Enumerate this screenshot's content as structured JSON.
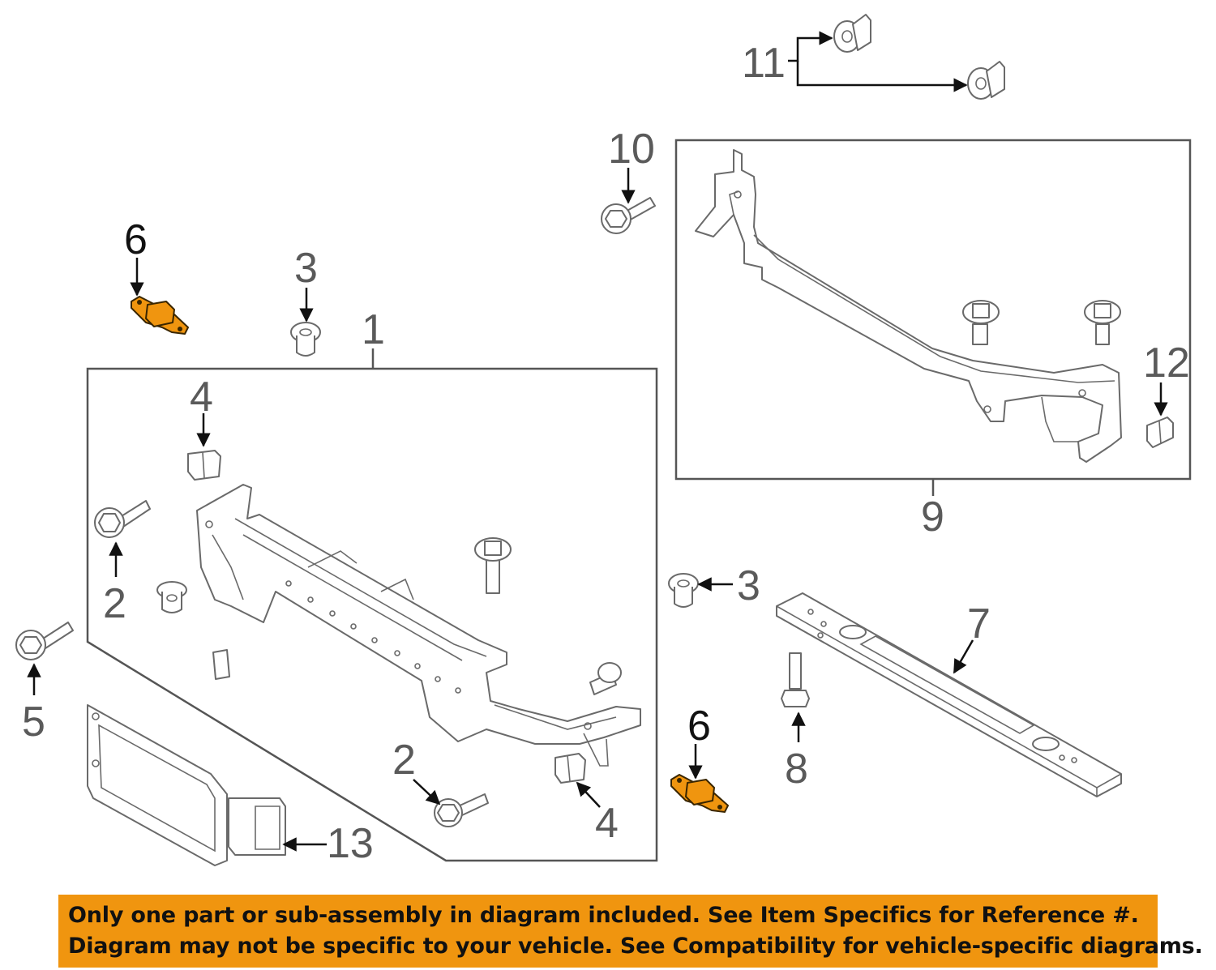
{
  "colors": {
    "highlight": "#f0950f",
    "notice_background": "#f0950f",
    "line": "#6a6a6a"
  },
  "callouts": {
    "c1": "1",
    "c2a": "2",
    "c2b": "2",
    "c3a": "3",
    "c3b": "3",
    "c4a": "4",
    "c4b": "4",
    "c5": "5",
    "c6a": "6",
    "c6b": "6",
    "c7": "7",
    "c8": "8",
    "c9": "9",
    "c10": "10",
    "c11": "11",
    "c12": "12",
    "c13": "13"
  },
  "notice": {
    "line1": "Only one part or sub-assembly in diagram included. See Item Specifics for Reference #.",
    "line2": "Diagram may not be specific to your vehicle. See Compatibility for vehicle-specific diagrams."
  }
}
